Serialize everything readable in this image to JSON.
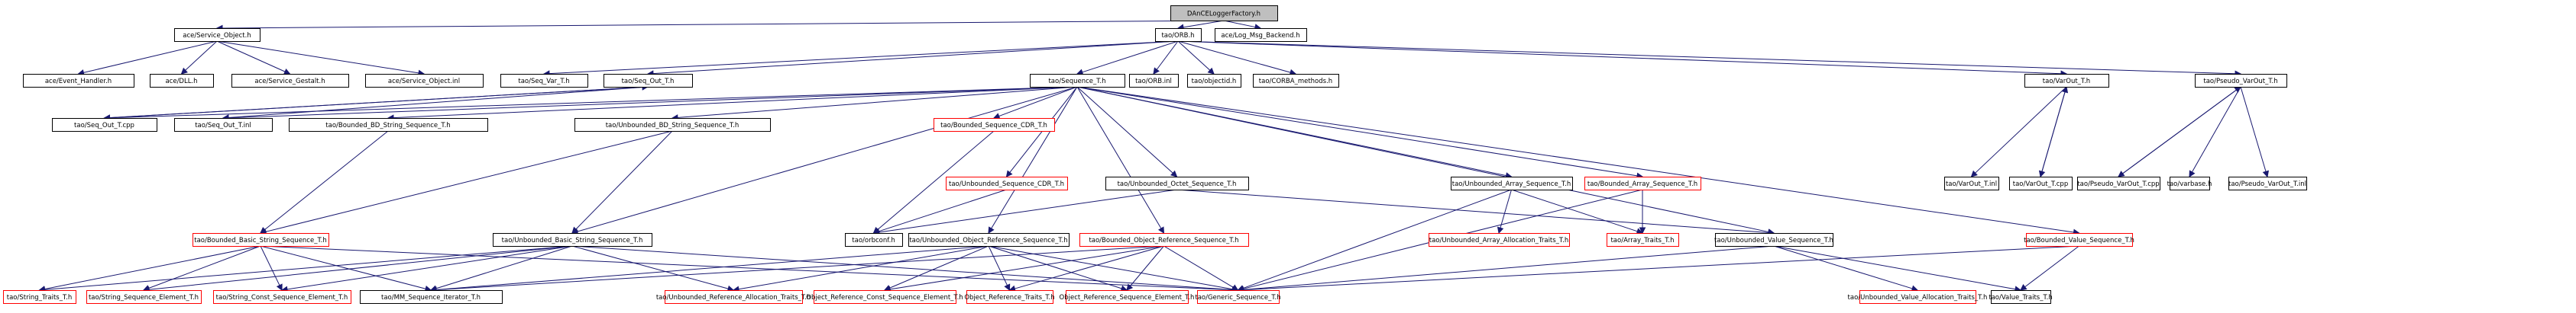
{
  "title": "DAnCELoggerFactory.h include dependency graph",
  "colors": {
    "edge": "#191970",
    "root_fill": "#bfbfbf",
    "node_border": "#000000",
    "truncated_border": "#ff0000"
  },
  "nodes": [
    {
      "id": "root",
      "label": "DAnCELoggerFactory.h",
      "kind": "root"
    },
    {
      "id": "service_object_h",
      "label": "ace/Service_Object.h",
      "kind": "normal"
    },
    {
      "id": "orb_h",
      "label": "tao/ORB.h",
      "kind": "normal"
    },
    {
      "id": "log_msg_backend",
      "label": "ace/Log_Msg_Backend.h",
      "kind": "normal"
    },
    {
      "id": "event_handler",
      "label": "ace/Event_Handler.h",
      "kind": "normal"
    },
    {
      "id": "dll",
      "label": "ace/DLL.h",
      "kind": "normal"
    },
    {
      "id": "service_gestalt",
      "label": "ace/Service_Gestalt.h",
      "kind": "normal"
    },
    {
      "id": "service_object_inl",
      "label": "ace/Service_Object.inl",
      "kind": "normal"
    },
    {
      "id": "seq_var_t",
      "label": "tao/Seq_Var_T.h",
      "kind": "normal"
    },
    {
      "id": "seq_out_t",
      "label": "tao/Seq_Out_T.h",
      "kind": "normal"
    },
    {
      "id": "sequence_t",
      "label": "tao/Sequence_T.h",
      "kind": "normal"
    },
    {
      "id": "orb_inl",
      "label": "tao/ORB.inl",
      "kind": "normal"
    },
    {
      "id": "objectid",
      "label": "tao/objectid.h",
      "kind": "normal"
    },
    {
      "id": "corba_methods",
      "label": "tao/CORBA_methods.h",
      "kind": "normal"
    },
    {
      "id": "varout_t",
      "label": "tao/VarOut_T.h",
      "kind": "normal"
    },
    {
      "id": "pseudo_varout_t",
      "label": "tao/Pseudo_VarOut_T.h",
      "kind": "normal"
    },
    {
      "id": "seq_out_t_cpp",
      "label": "tao/Seq_Out_T.cpp",
      "kind": "normal"
    },
    {
      "id": "seq_out_t_inl",
      "label": "tao/Seq_Out_T.inl",
      "kind": "normal"
    },
    {
      "id": "bounded_bd_string",
      "label": "tao/Bounded_BD_String_Sequence_T.h",
      "kind": "normal"
    },
    {
      "id": "unbounded_bd_string",
      "label": "tao/Unbounded_BD_String_Sequence_T.h",
      "kind": "normal"
    },
    {
      "id": "bounded_seq_cdr",
      "label": "tao/Bounded_Sequence_CDR_T.h",
      "kind": "truncated"
    },
    {
      "id": "unbounded_seq_cdr",
      "label": "tao/Unbounded_Sequence_CDR_T.h",
      "kind": "truncated"
    },
    {
      "id": "unbounded_octet",
      "label": "tao/Unbounded_Octet_Sequence_T.h",
      "kind": "normal"
    },
    {
      "id": "unbounded_array",
      "label": "tao/Unbounded_Array_Sequence_T.h",
      "kind": "normal"
    },
    {
      "id": "bounded_array",
      "label": "tao/Bounded_Array_Sequence_T.h",
      "kind": "truncated"
    },
    {
      "id": "varout_t_inl",
      "label": "tao/VarOut_T.inl",
      "kind": "normal"
    },
    {
      "id": "varout_t_cpp",
      "label": "tao/VarOut_T.cpp",
      "kind": "normal"
    },
    {
      "id": "pseudo_varout_t_cpp",
      "label": "tao/Pseudo_VarOut_T.cpp",
      "kind": "normal"
    },
    {
      "id": "varbase",
      "label": "tao/varbase.h",
      "kind": "normal"
    },
    {
      "id": "pseudo_varout_t_inl",
      "label": "tao/Pseudo_VarOut_T.inl",
      "kind": "normal"
    },
    {
      "id": "bounded_basic_string",
      "label": "tao/Bounded_Basic_String_Sequence_T.h",
      "kind": "truncated"
    },
    {
      "id": "unbounded_basic_string",
      "label": "tao/Unbounded_Basic_String_Sequence_T.h",
      "kind": "normal"
    },
    {
      "id": "orbconf",
      "label": "tao/orbconf.h",
      "kind": "normal"
    },
    {
      "id": "unbounded_objref",
      "label": "tao/Unbounded_Object_Reference_Sequence_T.h",
      "kind": "normal"
    },
    {
      "id": "bounded_objref",
      "label": "tao/Bounded_Object_Reference_Sequence_T.h",
      "kind": "truncated"
    },
    {
      "id": "unbounded_array_alloc",
      "label": "tao/Unbounded_Array_Allocation_Traits_T.h",
      "kind": "truncated"
    },
    {
      "id": "array_traits",
      "label": "tao/Array_Traits_T.h",
      "kind": "truncated"
    },
    {
      "id": "unbounded_value",
      "label": "tao/Unbounded_Value_Sequence_T.h",
      "kind": "normal"
    },
    {
      "id": "bounded_value",
      "label": "tao/Bounded_Value_Sequence_T.h",
      "kind": "truncated"
    },
    {
      "id": "string_traits",
      "label": "tao/String_Traits_T.h",
      "kind": "truncated"
    },
    {
      "id": "string_seq_elem",
      "label": "tao/String_Sequence_Element_T.h",
      "kind": "truncated"
    },
    {
      "id": "string_const_seq_elem",
      "label": "tao/String_Const_Sequence_Element_T.h",
      "kind": "truncated"
    },
    {
      "id": "mm_seq_iter",
      "label": "tao/MM_Sequence_Iterator_T.h",
      "kind": "normal"
    },
    {
      "id": "unbounded_ref_alloc",
      "label": "tao/Unbounded_Reference_Allocation_Traits_T.h",
      "kind": "truncated"
    },
    {
      "id": "objref_const_seq_elem",
      "label": "Object_Reference_Const_Sequence_Element_T.h",
      "kind": "truncated"
    },
    {
      "id": "objref_traits",
      "label": "Object_Reference_Traits_T.h",
      "kind": "truncated"
    },
    {
      "id": "objref_seq_elem",
      "label": "Object_Reference_Sequence_Element_T.h",
      "kind": "truncated"
    },
    {
      "id": "generic_seq",
      "label": "tao/Generic_Sequence_T.h",
      "kind": "truncated"
    },
    {
      "id": "unbounded_value_alloc",
      "label": "tao/Unbounded_Value_Allocation_Traits_T.h",
      "kind": "truncated"
    },
    {
      "id": "value_traits",
      "label": "tao/Value_Traits_T.h",
      "kind": "normal"
    }
  ],
  "edges": [
    [
      "root",
      "service_object_h"
    ],
    [
      "root",
      "orb_h"
    ],
    [
      "root",
      "log_msg_backend"
    ],
    [
      "service_object_h",
      "event_handler"
    ],
    [
      "service_object_h",
      "dll"
    ],
    [
      "service_object_h",
      "service_gestalt"
    ],
    [
      "service_object_h",
      "service_object_inl"
    ],
    [
      "orb_h",
      "seq_var_t"
    ],
    [
      "orb_h",
      "seq_out_t"
    ],
    [
      "orb_h",
      "sequence_t"
    ],
    [
      "orb_h",
      "orb_inl"
    ],
    [
      "orb_h",
      "objectid"
    ],
    [
      "orb_h",
      "corba_methods"
    ],
    [
      "orb_h",
      "varout_t"
    ],
    [
      "orb_h",
      "pseudo_varout_t"
    ],
    [
      "seq_out_t",
      "seq_out_t_cpp"
    ],
    [
      "seq_out_t",
      "seq_out_t_inl"
    ],
    [
      "seq_out_t_cpp",
      "seq_out_t"
    ],
    [
      "sequence_t",
      "seq_out_t_cpp"
    ],
    [
      "sequence_t",
      "seq_out_t_inl"
    ],
    [
      "sequence_t",
      "bounded_bd_string"
    ],
    [
      "sequence_t",
      "unbounded_bd_string"
    ],
    [
      "sequence_t",
      "bounded_seq_cdr"
    ],
    [
      "sequence_t",
      "unbounded_seq_cdr"
    ],
    [
      "sequence_t",
      "unbounded_octet"
    ],
    [
      "sequence_t",
      "unbounded_array"
    ],
    [
      "sequence_t",
      "bounded_array"
    ],
    [
      "sequence_t",
      "unbounded_basic_string"
    ],
    [
      "sequence_t",
      "unbounded_objref"
    ],
    [
      "sequence_t",
      "bounded_objref"
    ],
    [
      "sequence_t",
      "unbounded_value"
    ],
    [
      "sequence_t",
      "bounded_value"
    ],
    [
      "varout_t",
      "varout_t_inl"
    ],
    [
      "varout_t",
      "varout_t_cpp"
    ],
    [
      "varout_t_cpp",
      "varout_t"
    ],
    [
      "pseudo_varout_t",
      "pseudo_varout_t_cpp"
    ],
    [
      "pseudo_varout_t_cpp",
      "pseudo_varout_t"
    ],
    [
      "pseudo_varout_t",
      "varbase"
    ],
    [
      "pseudo_varout_t",
      "pseudo_varout_t_inl"
    ],
    [
      "bounded_bd_string",
      "bounded_basic_string"
    ],
    [
      "unbounded_bd_string",
      "bounded_basic_string"
    ],
    [
      "unbounded_bd_string",
      "unbounded_basic_string"
    ],
    [
      "bounded_seq_cdr",
      "orbconf"
    ],
    [
      "unbounded_seq_cdr",
      "orbconf"
    ],
    [
      "unbounded_octet",
      "orbconf"
    ],
    [
      "unbounded_octet",
      "unbounded_value"
    ],
    [
      "unbounded_array",
      "unbounded_array_alloc"
    ],
    [
      "unbounded_array",
      "array_traits"
    ],
    [
      "unbounded_array",
      "generic_seq"
    ],
    [
      "bounded_array",
      "array_traits"
    ],
    [
      "bounded_array",
      "generic_seq"
    ],
    [
      "bounded_basic_string",
      "string_traits"
    ],
    [
      "bounded_basic_string",
      "string_seq_elem"
    ],
    [
      "bounded_basic_string",
      "string_const_seq_elem"
    ],
    [
      "bounded_basic_string",
      "mm_seq_iter"
    ],
    [
      "bounded_basic_string",
      "generic_seq"
    ],
    [
      "unbounded_basic_string",
      "string_traits"
    ],
    [
      "unbounded_basic_string",
      "string_seq_elem"
    ],
    [
      "unbounded_basic_string",
      "string_const_seq_elem"
    ],
    [
      "unbounded_basic_string",
      "mm_seq_iter"
    ],
    [
      "unbounded_basic_string",
      "unbounded_ref_alloc"
    ],
    [
      "unbounded_basic_string",
      "generic_seq"
    ],
    [
      "unbounded_objref",
      "mm_seq_iter"
    ],
    [
      "unbounded_objref",
      "unbounded_ref_alloc"
    ],
    [
      "unbounded_objref",
      "objref_const_seq_elem"
    ],
    [
      "unbounded_objref",
      "objref_traits"
    ],
    [
      "unbounded_objref",
      "objref_seq_elem"
    ],
    [
      "unbounded_objref",
      "generic_seq"
    ],
    [
      "bounded_objref",
      "mm_seq_iter"
    ],
    [
      "bounded_objref",
      "objref_const_seq_elem"
    ],
    [
      "bounded_objref",
      "objref_traits"
    ],
    [
      "bounded_objref",
      "objref_seq_elem"
    ],
    [
      "bounded_objref",
      "generic_seq"
    ],
    [
      "unbounded_value",
      "generic_seq"
    ],
    [
      "unbounded_value",
      "unbounded_value_alloc"
    ],
    [
      "unbounded_value",
      "value_traits"
    ],
    [
      "bounded_value",
      "generic_seq"
    ],
    [
      "bounded_value",
      "value_traits"
    ]
  ]
}
